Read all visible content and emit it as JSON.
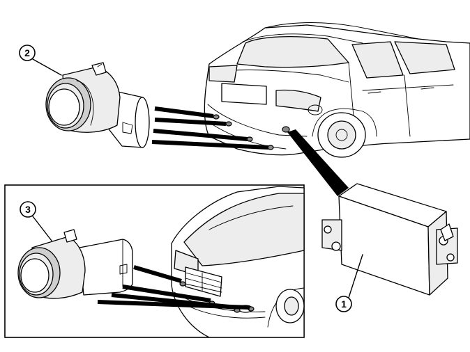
{
  "callouts": [
    {
      "id": "control-module",
      "label": "1"
    },
    {
      "id": "rear-sensor",
      "label": "2"
    },
    {
      "id": "front-sensor",
      "label": "3"
    }
  ],
  "colors": {
    "line": "#000000",
    "shade": "#cfcfcf",
    "light": "#ededed",
    "background": "#ffffff"
  },
  "components": [
    "parking-assist-control-module",
    "rear-parking-sensor",
    "front-parking-sensor",
    "rear-bumper",
    "front-bumper"
  ]
}
